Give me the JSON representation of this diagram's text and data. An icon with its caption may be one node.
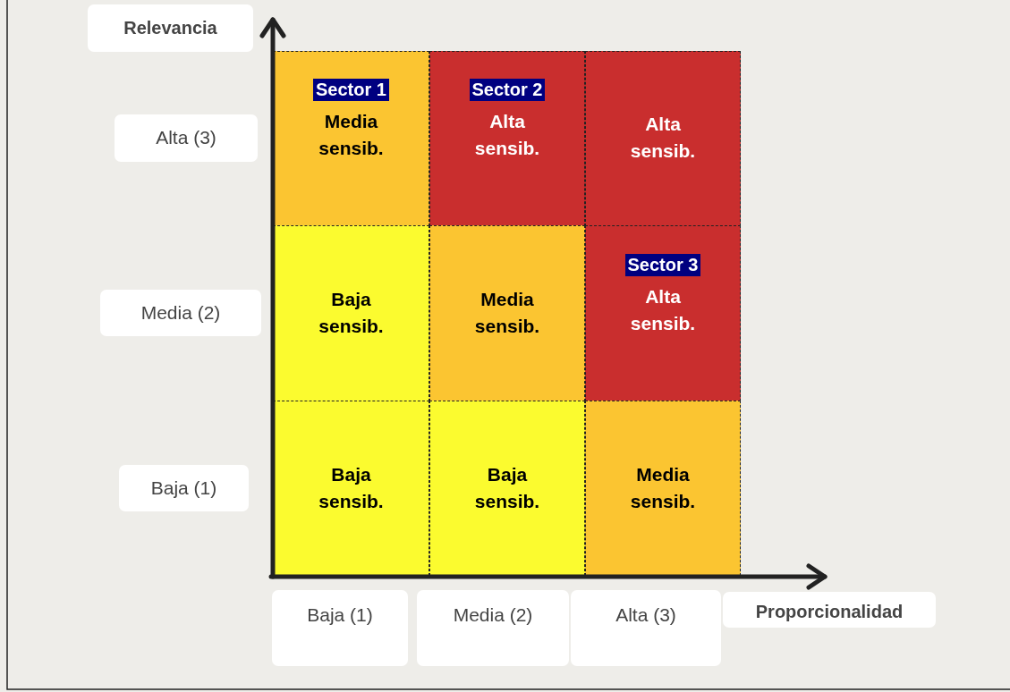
{
  "diagram": {
    "nodes": [
      {
        "text": [
          "Relevancia"
        ]
      },
      {
        "text": [
          "Alta (3)"
        ]
      },
      {
        "text": [
          "Sector 1",
          "Media sensib."
        ]
      },
      {
        "text": [
          "Sector 2",
          "Alta sensib."
        ]
      },
      {
        "text": [
          "Alta sensib."
        ]
      },
      {
        "text": [
          "Media (2)"
        ]
      },
      {
        "text": [
          "Baja sensib."
        ]
      },
      {
        "text": [
          "Media sensib."
        ]
      },
      {
        "text": [
          "Sector 3",
          "Alta sensib."
        ]
      },
      {
        "text": [
          "Baja (1)"
        ]
      },
      {
        "text": [
          "Baja sensib."
        ]
      },
      {
        "text": [
          "Baja sensib."
        ]
      },
      {
        "text": [
          "Media sensib."
        ]
      },
      {
        "text": [
          "Baja (1)"
        ]
      },
      {
        "text": [
          "Media (2)"
        ]
      },
      {
        "text": [
          "Alta (3)"
        ]
      },
      {
        "text": [
          "Proporcionalidad"
        ]
      }
    ]
  }
}
